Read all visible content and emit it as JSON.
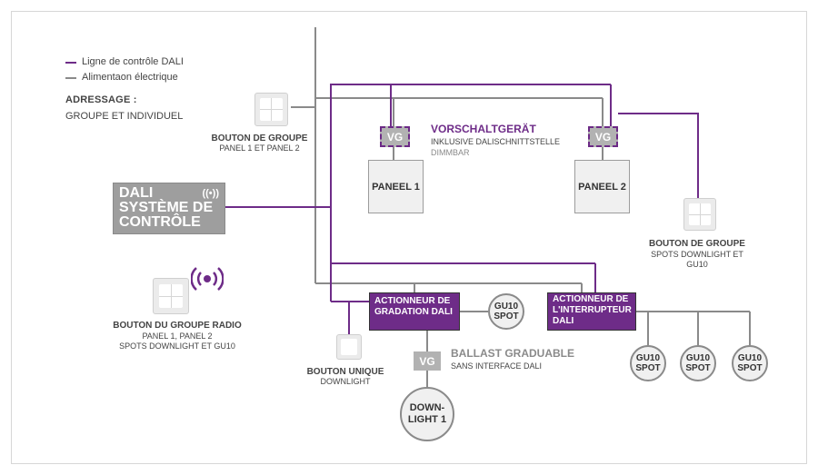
{
  "colors": {
    "dali_line": "#6e2c88",
    "power_line": "#8a8a8a",
    "actuator_bg": "#6e2c88",
    "device_gray": "#9e9e9e"
  },
  "legend": {
    "dali_label": "Ligne de contrôle DALI",
    "power_label": "Alimentaon électrique"
  },
  "addressing": {
    "title": "ADRESSAGE :",
    "subtitle": "GROUPE ET INDIVIDUEL"
  },
  "dali_system": {
    "line1": "DALI",
    "line2": "SYSTÈME DE",
    "line3": "CONTRÔLE",
    "icon": "wireless-icon"
  },
  "group_button_top": {
    "title": "BOUTON DE GROUPE",
    "subtitle": "PANEL 1 ET PANEL 2"
  },
  "group_button_right": {
    "title": "BOUTON DE GROUPE",
    "subtitle1": "SPOTS DOWNLIGHT ET",
    "subtitle2": "GU10"
  },
  "radio_button": {
    "title": "BOUTON DU GROUPE RADIO",
    "subtitle1": "PANEL 1, PANEL 2",
    "subtitle2": "SPOTS DOWNLIGHT ET GU10",
    "icon": "radio-signal-icon"
  },
  "single_button": {
    "title": "BOUTON UNIQUE",
    "subtitle": "DOWNLIGHT"
  },
  "ballast_top": {
    "title": "VORSCHALTGERÄT",
    "line1": "INKLUSIVE DALISCHNITTSTELLE",
    "line2": "DIMMBAR"
  },
  "panels": {
    "panel1": "PANEEL 1",
    "panel2": "PANEEL 2"
  },
  "vg_label": "VG",
  "dimming_actuator": {
    "line1": "ACTIONNEUR DE",
    "line2": "GRADATION DALI"
  },
  "switch_actuator": {
    "line1": "ACTIONNEUR DE",
    "line2": "L'INTERRUPTEUR",
    "line3": "DALI"
  },
  "dimmable_ballast": {
    "title": "BALLAST GRADUABLE",
    "subtitle": "SANS INTERFACE DALI"
  },
  "downlight": {
    "line1": "DOWN-",
    "line2": "LIGHT 1"
  },
  "spot": {
    "line1": "GU10",
    "line2": "SPOT"
  }
}
